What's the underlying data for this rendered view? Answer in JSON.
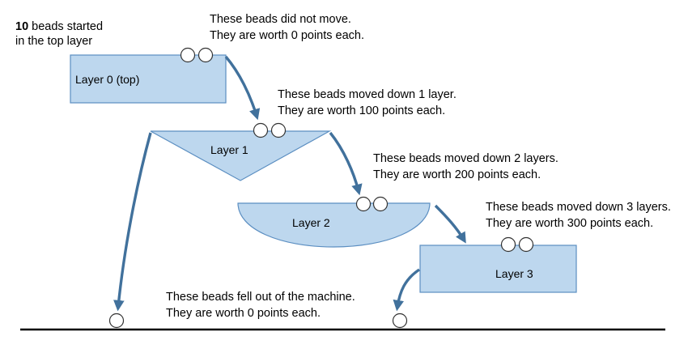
{
  "start_note": {
    "count": "10",
    "line1_rest": " beads started",
    "line2": "in the top layer"
  },
  "layers": [
    {
      "label": "Layer 0  (top)"
    },
    {
      "label": "Layer 1"
    },
    {
      "label": "Layer 2"
    },
    {
      "label": "Layer 3"
    }
  ],
  "annotations": [
    {
      "line1": "These beads did not move.",
      "line2": "They are worth 0 points each."
    },
    {
      "line1": "These beads moved down 1 layer.",
      "line2": "They are worth 100 points each."
    },
    {
      "line1": "These beads moved down 2 layers.",
      "line2": "They are worth 200 points each."
    },
    {
      "line1": "These beads moved down 3 layers.",
      "line2": "They are worth 300 points each."
    },
    {
      "line1": "These beads fell out of the machine.",
      "line2": "They are worth 0 points each."
    }
  ],
  "colors": {
    "layer_fill": "#bdd7ee",
    "layer_stroke": "#5b8ec1",
    "arrow": "#41719c",
    "ground": "#000000"
  }
}
